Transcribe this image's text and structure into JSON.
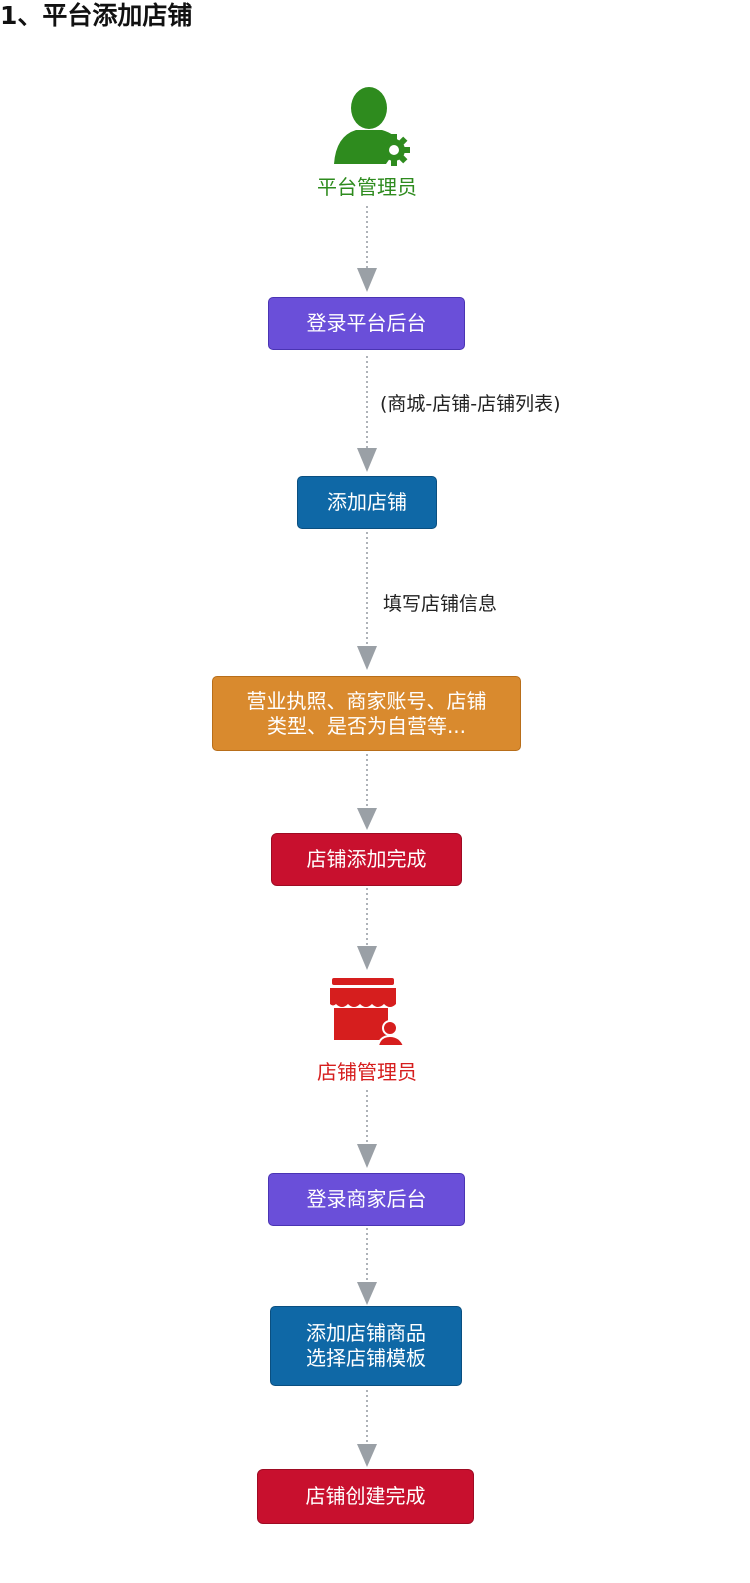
{
  "title": "1、平台添加店铺",
  "flow": {
    "platform_admin": {
      "label": "平台管理员",
      "icon": "admin-gear-icon",
      "color": "#2e8b1e"
    },
    "step_login_platform": {
      "label": "登录平台后台"
    },
    "edge_menu_path": "(商城-店铺-店铺列表)",
    "step_add_store": {
      "label": "添加店铺"
    },
    "edge_fill_info": "填写店铺信息",
    "step_store_info": {
      "line1": "营业执照、商家账号、店铺",
      "line2": "类型、是否为自营等..."
    },
    "step_store_added": {
      "label": "店铺添加完成"
    },
    "store_admin": {
      "label": "店铺管理员",
      "icon": "store-admin-icon",
      "color": "#d61e1e"
    },
    "step_login_merchant": {
      "label": "登录商家后台"
    },
    "step_add_products": {
      "line1": "添加店铺商品",
      "line2": "选择店铺模板"
    },
    "step_store_created": {
      "label": "店铺创建完成"
    }
  },
  "colors": {
    "purple": "#6a4fd9",
    "blue": "#0f68a6",
    "orange": "#d98a2e",
    "red": "#c8102e",
    "arrow": "#9aa0a6"
  }
}
